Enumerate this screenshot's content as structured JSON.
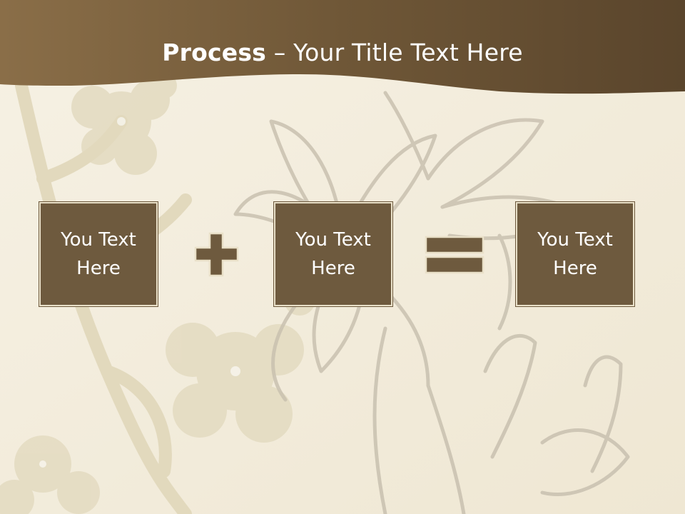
{
  "title": {
    "bold": "Process",
    "rest": " – Your Title Text Here"
  },
  "boxes": [
    {
      "text": "You Text\nHere"
    },
    {
      "text": "You Text\nHere"
    },
    {
      "text": "You Text\nHere"
    }
  ],
  "operators": [
    "plus-icon",
    "equals-icon"
  ],
  "colors": {
    "header": "#6a5436",
    "box_fill": "#6e5a3e",
    "background": "#f5f0e3"
  }
}
